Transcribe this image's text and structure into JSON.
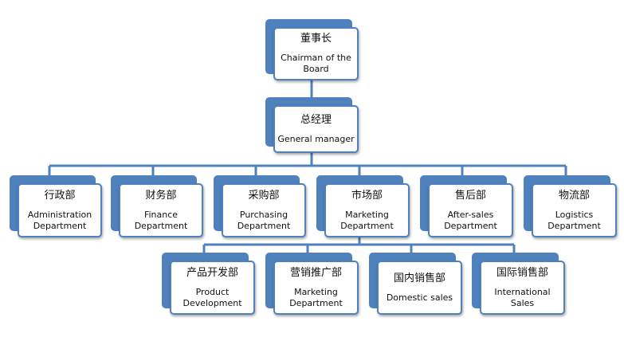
{
  "diagram": {
    "line_color": "#4f81bd",
    "box_fill": "#4f81bd",
    "nodes": {
      "chairman": {
        "zh": "董事长",
        "en": "Chairman of the Board"
      },
      "general_manager": {
        "zh": "总经理",
        "en": "General manager"
      },
      "admin": {
        "zh": "行政部",
        "en": "Administration Department"
      },
      "finance": {
        "zh": "财务部",
        "en": "Finance Department"
      },
      "purchasing": {
        "zh": "采购部",
        "en": "Purchasing Department"
      },
      "marketing": {
        "zh": "市场部",
        "en": "Marketing Department"
      },
      "after_sales": {
        "zh": "售后部",
        "en": "After-sales Department"
      },
      "logistics": {
        "zh": "物流部",
        "en": "Logistics Department"
      },
      "product_dev": {
        "zh": "产品开发部",
        "en": "Product Development"
      },
      "promotion": {
        "zh": "营销推广部",
        "en": "Marketing Department"
      },
      "domestic_sales": {
        "zh": "国内销售部",
        "en": "Domestic sales"
      },
      "intl_sales": {
        "zh": "国际销售部",
        "en": "International Sales"
      }
    }
  }
}
